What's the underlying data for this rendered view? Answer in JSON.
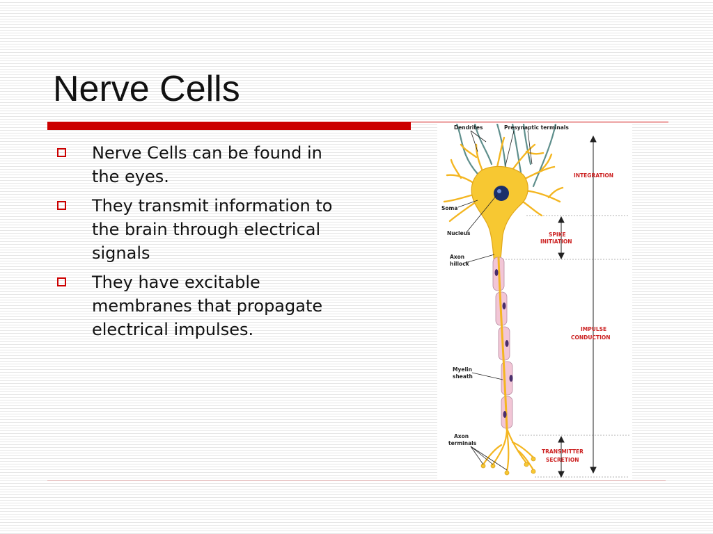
{
  "slide": {
    "title": "Nerve Cells",
    "bullets": [
      "Nerve Cells can be found in the eyes.",
      "They transmit information to the brain through electrical signals",
      "They have excitable membranes that propagate electrical impulses."
    ]
  },
  "figure": {
    "labels": {
      "dendrites": "Dendrites",
      "presynaptic_terminals": "Presynaptic terminals",
      "soma": "Soma",
      "nucleus": "Nucleus",
      "axon_hillock_1": "Axon",
      "axon_hillock_2": "hillock",
      "myelin_1": "Myelin",
      "myelin_2": "sheath",
      "axon_terminals_1": "Axon",
      "axon_terminals_2": "terminals"
    },
    "regions": {
      "integration": "INTEGRATION",
      "spike_1": "SPIKE",
      "spike_2": "INITIATION",
      "impulse_1": "IMPULSE",
      "impulse_2": "CONDUCTION",
      "transmitter_1": "TRANSMITTER",
      "transmitter_2": "SECRETION"
    }
  },
  "colors": {
    "accent": "#cc0000",
    "cell_body": "#f7c832",
    "myelin": "#f2c6d6",
    "nucleus": "#1a2f6b",
    "presynaptic": "#5f8f8c"
  }
}
